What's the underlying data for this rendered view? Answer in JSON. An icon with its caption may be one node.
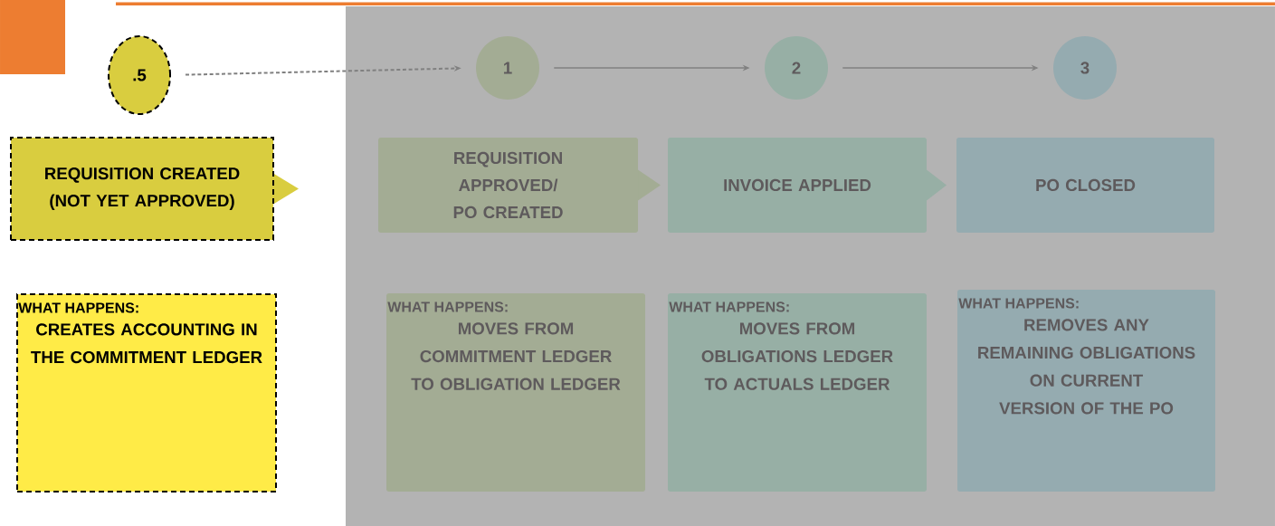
{
  "diagram": {
    "nodes": [
      {
        "text": [
          ".5"
        ]
      },
      {
        "text": [
          "1"
        ]
      },
      {
        "text": [
          "2"
        ]
      },
      {
        "text": [
          "3"
        ]
      },
      {
        "text": [
          "REQUISITION CREATED (NOT YET APPROVED)"
        ]
      },
      {
        "text": [
          "REQUISITION APPROVED/ PO CREATED"
        ]
      },
      {
        "text": [
          "INVOICE APPLIED"
        ]
      },
      {
        "text": [
          "PO CLOSED"
        ]
      },
      {
        "text": [
          "WHAT HAPPENS:",
          "CREATES ACCOUNTING IN THE COMMITMENT LEDGER"
        ]
      },
      {
        "text": [
          "WHAT HAPPENS:",
          "MOVES FROM COMMITMENT LEDGER TO OBLIGATION LEDGER"
        ]
      },
      {
        "text": [
          "WHAT HAPPENS:",
          "MOVES FROM OBLIGATIONS LEDGER TO ACTUALS LEDGER"
        ]
      },
      {
        "text": [
          "WHAT HAPPENS:",
          "REMOVES ANY REMAINING OBLIGATIONS ON CURRENT VERSION OF THE PO"
        ]
      }
    ],
    "edges": [
      {
        "from": 0,
        "to": 1,
        "arrow": "to",
        "style": "dashed"
      },
      {
        "from": 1,
        "to": 2,
        "arrow": "to"
      },
      {
        "from": 2,
        "to": 3,
        "arrow": "to"
      }
    ]
  }
}
